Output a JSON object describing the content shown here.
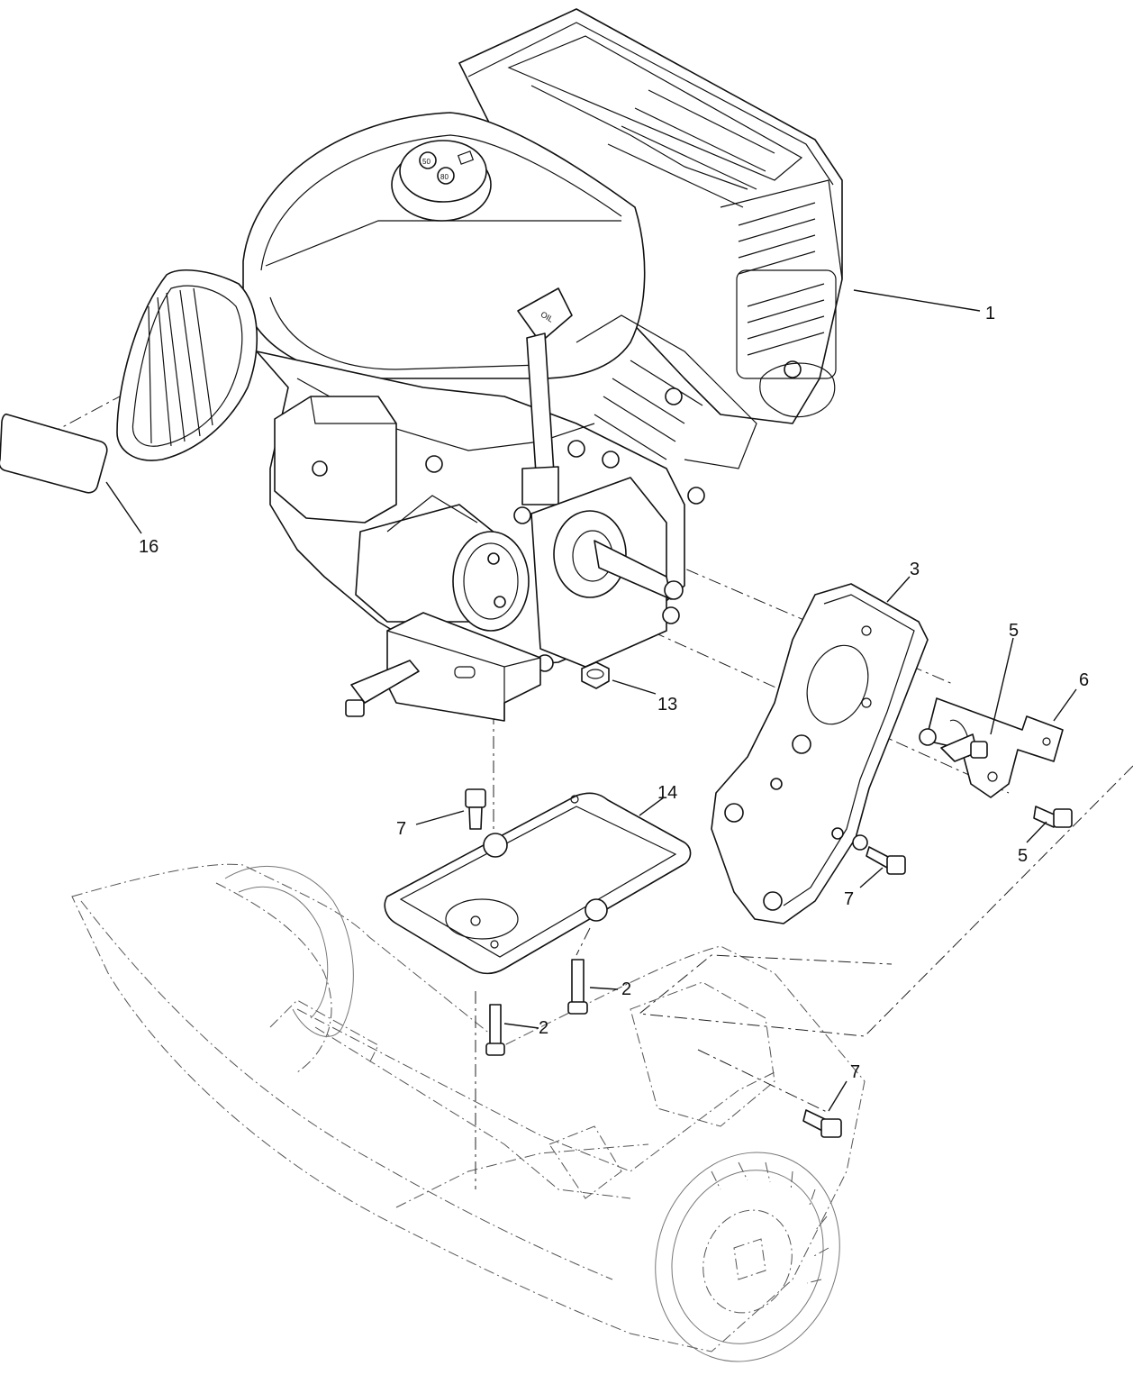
{
  "callouts": [
    {
      "id": "c1",
      "label": "1"
    },
    {
      "id": "c16",
      "label": "16"
    },
    {
      "id": "c3",
      "label": "3"
    },
    {
      "id": "c5a",
      "label": "5"
    },
    {
      "id": "c6",
      "label": "6"
    },
    {
      "id": "c13",
      "label": "13"
    },
    {
      "id": "c14",
      "label": "14"
    },
    {
      "id": "c7a",
      "label": "7"
    },
    {
      "id": "c5b",
      "label": "5"
    },
    {
      "id": "c7b",
      "label": "7"
    },
    {
      "id": "c2a",
      "label": "2"
    },
    {
      "id": "c2b",
      "label": "2"
    },
    {
      "id": "c7c",
      "label": "7"
    }
  ],
  "engine_cap": {
    "label_top": "50",
    "label_bottom": "80"
  },
  "dipstick": {
    "label": "OIL"
  },
  "colors": {
    "line": "#111111",
    "ghost": "#555555",
    "background": "#ffffff"
  }
}
